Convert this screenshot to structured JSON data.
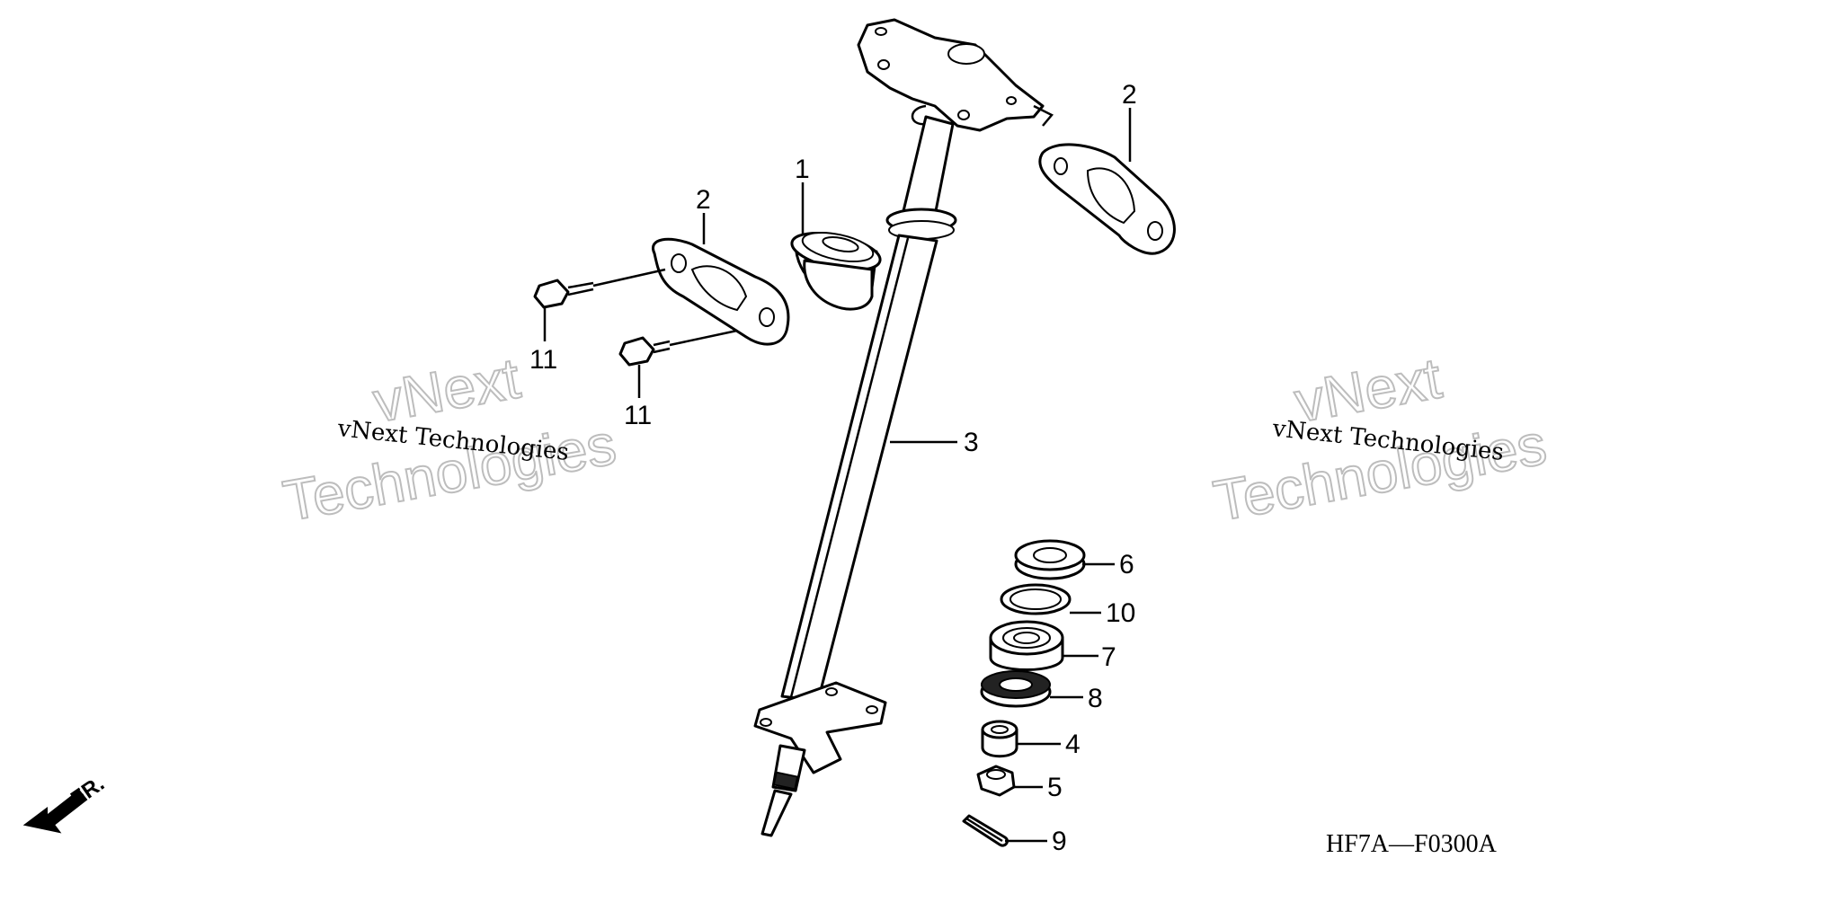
{
  "watermark": {
    "left": {
      "line1": "vNext Technologies",
      "big1": "vNext",
      "big2": "Technologies"
    },
    "right": {
      "line1": "vNext Technologies",
      "big1": "vNext",
      "big2": "Technologies"
    }
  },
  "callouts": [
    {
      "id": "1",
      "label": "1"
    },
    {
      "id": "2a",
      "label": "2"
    },
    {
      "id": "2b",
      "label": "2"
    },
    {
      "id": "3",
      "label": "3"
    },
    {
      "id": "4",
      "label": "4"
    },
    {
      "id": "5",
      "label": "5"
    },
    {
      "id": "6",
      "label": "6"
    },
    {
      "id": "7",
      "label": "7"
    },
    {
      "id": "8",
      "label": "8"
    },
    {
      "id": "9",
      "label": "9"
    },
    {
      "id": "10",
      "label": "10"
    },
    {
      "id": "11a",
      "label": "11"
    },
    {
      "id": "11b",
      "label": "11"
    }
  ],
  "diagram_code": "HF7A—F0300A",
  "front_indicator": {
    "label": "FR.",
    "icon": "front-direction-arrow-icon"
  }
}
